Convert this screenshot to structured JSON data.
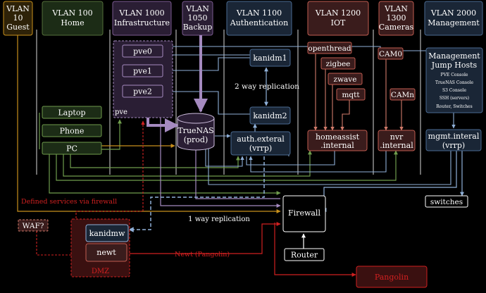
{
  "vlans": [
    {
      "id": "guest",
      "lines": [
        "VLAN",
        "10",
        "Guest"
      ],
      "fill": "#2e2208",
      "stroke": "#c8901c"
    },
    {
      "id": "home",
      "lines": [
        "VLAN 100",
        "Home"
      ],
      "fill": "#1c2c16",
      "stroke": "#55703a"
    },
    {
      "id": "infrastructure",
      "lines": [
        "VLAN 1000",
        "Infrastructure"
      ],
      "fill": "#2a1e34",
      "stroke": "#7a5a90"
    },
    {
      "id": "backup",
      "lines": [
        "VLAN",
        "1050",
        "Backup"
      ],
      "fill": "#2a1e34",
      "stroke": "#7a5a90"
    },
    {
      "id": "authentication",
      "lines": [
        "VLAN 1100",
        "Authentication"
      ],
      "fill": "#1a2636",
      "stroke": "#4a6a92"
    },
    {
      "id": "iot",
      "lines": [
        "VLAN 1200",
        "IOT"
      ],
      "fill": "#3a1c1c",
      "stroke": "#c05c50"
    },
    {
      "id": "cameras",
      "lines": [
        "VLAN",
        "1300",
        "Cameras"
      ],
      "fill": "#3a1c1c",
      "stroke": "#c05c50"
    },
    {
      "id": "management",
      "lines": [
        "VLAN 2000",
        "Management"
      ],
      "fill": "#1a2636",
      "stroke": "#4a6a92"
    }
  ],
  "nodes": {
    "pve0": "pve0",
    "pve1": "pve1",
    "pve2": "pve2",
    "pve_cluster": "pve",
    "laptop": "Laptop",
    "phone": "Phone",
    "pc": "PC",
    "truenas": [
      "TrueNAS",
      "(prod)"
    ],
    "kanidm1": "kanidm1",
    "kanidm2": "kanidm2",
    "auth_vrrp": [
      "auth.exteral",
      "(vrrp)"
    ],
    "openthread": "openthread",
    "zigbee": "zigbee",
    "zwave": "zwave",
    "mqtt": "mqtt",
    "homeassist": [
      "homeassist",
      ".internal"
    ],
    "cam0": "CAM0",
    "camn": "CAMn",
    "nvr": [
      "nvr",
      ".internal"
    ],
    "jump_hosts": [
      "Management",
      "Jump Hosts"
    ],
    "jump_items": [
      "PVE Console",
      "TrueNAS Console",
      "S3 Console",
      "SSH (servers)",
      "Router, Switches"
    ],
    "mgmt_vrrp": [
      "mgmt.interal",
      "(vrrp)"
    ],
    "switches": "switches",
    "firewall": "Firewall",
    "router": "Router",
    "waf": "WAF?",
    "kanidmw": "kanidmw",
    "newt": "newt",
    "dmz": "DMZ",
    "pangolin": "Pangolin"
  },
  "labels": {
    "two_way": "2 way replication",
    "one_way": "1 way replication",
    "defined_services": "Defined services via firewall",
    "newt_pangolin": "Newt (Pangolin)"
  },
  "colors": {
    "background": "#000000",
    "text": "#ffffff",
    "red": "#d02020",
    "purple": "#a58ac0",
    "orange": "#c8901c",
    "green": "#6f9c4c",
    "blue": "#8fb0d8",
    "salmon": "#d07a6a"
  }
}
